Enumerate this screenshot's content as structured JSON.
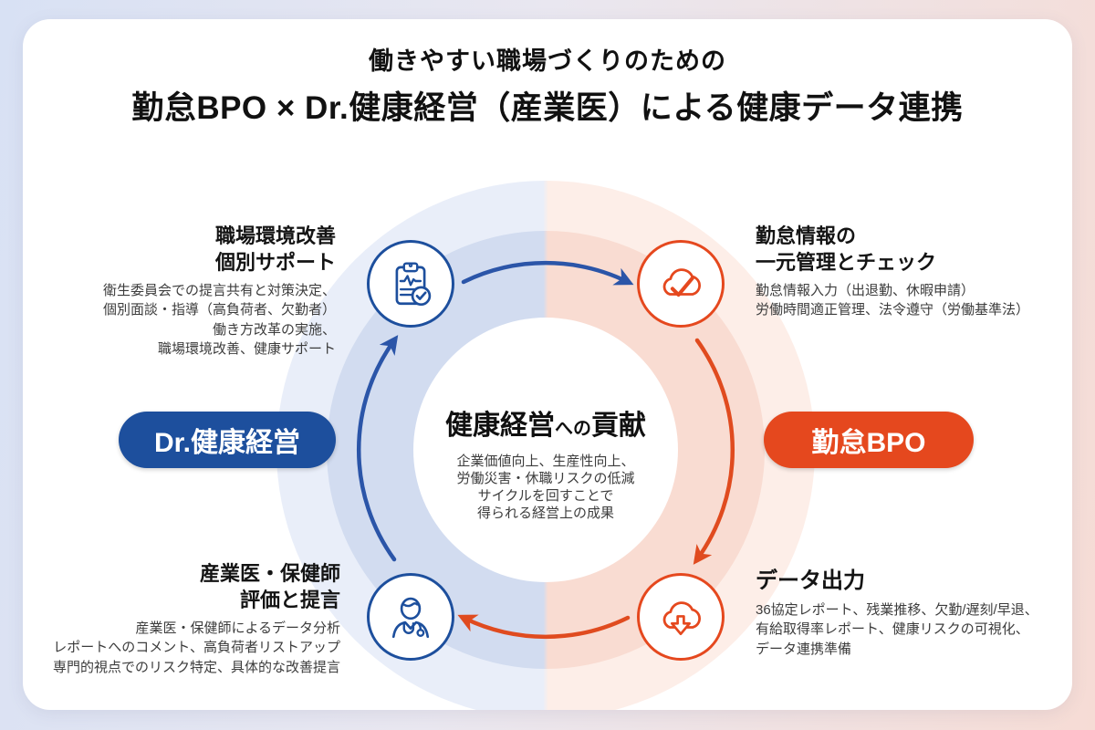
{
  "colors": {
    "blue": "#1d4f9d",
    "orange": "#e5481e",
    "arrow-blue": "#2b55a8",
    "arrow-orange": "#e04b1f",
    "ring-blue": "#d2dcf0",
    "ring-pink": "#f9dcd2",
    "halo-blue": "#e9eef9",
    "halo-pink": "#fdeee8",
    "bg-left": "#d8e1f4",
    "bg-right": "#f6dcd5"
  },
  "title": {
    "subtitle": "働きやすい職場づくりのための",
    "main": "勤怠BPO × Dr.健康経営（産業医）による健康データ連携"
  },
  "pills": {
    "doctor": "Dr.健康経営",
    "bpo": "勤怠BPO"
  },
  "center": {
    "heading_left": "健康経営",
    "heading_small": "への",
    "heading_right": "貢献",
    "body": "企業価値向上、生産性向上、\n労働災害・休職リスクの低減\nサイクルを回すことで\n得られる経営上の成果"
  },
  "nodes": {
    "workplace": {
      "heading": "職場環境改善\n個別サポート",
      "body": "衛生委員会での提言共有と対策決定、\n個別面談・指導（高負荷者、欠勤者）\n働き方改革の実施、\n職場環境改善、健康サポート",
      "icon": "clipboard-pulse-icon"
    },
    "attendance": {
      "heading": "勤怠情報の\n一元管理とチェック",
      "body": "勤怠情報入力（出退勤、休暇申請）\n労働時間適正管理、法令遵守（労働基準法）",
      "icon": "cloud-check-icon"
    },
    "output": {
      "heading": "データ出力",
      "body": "36協定レポート、残業推移、欠勤/遅刻/早退、\n有給取得率レポート、健康リスクの可視化、\nデータ連携準備",
      "icon": "cloud-download-icon"
    },
    "evaluation": {
      "heading": "産業医・保健師\n評価と提言",
      "body": "産業医・保健師によるデータ分析\nレポートへのコメント、高負荷者リストアップ\n専門的視点でのリスク特定、具体的な改善提言",
      "icon": "doctor-icon"
    }
  }
}
